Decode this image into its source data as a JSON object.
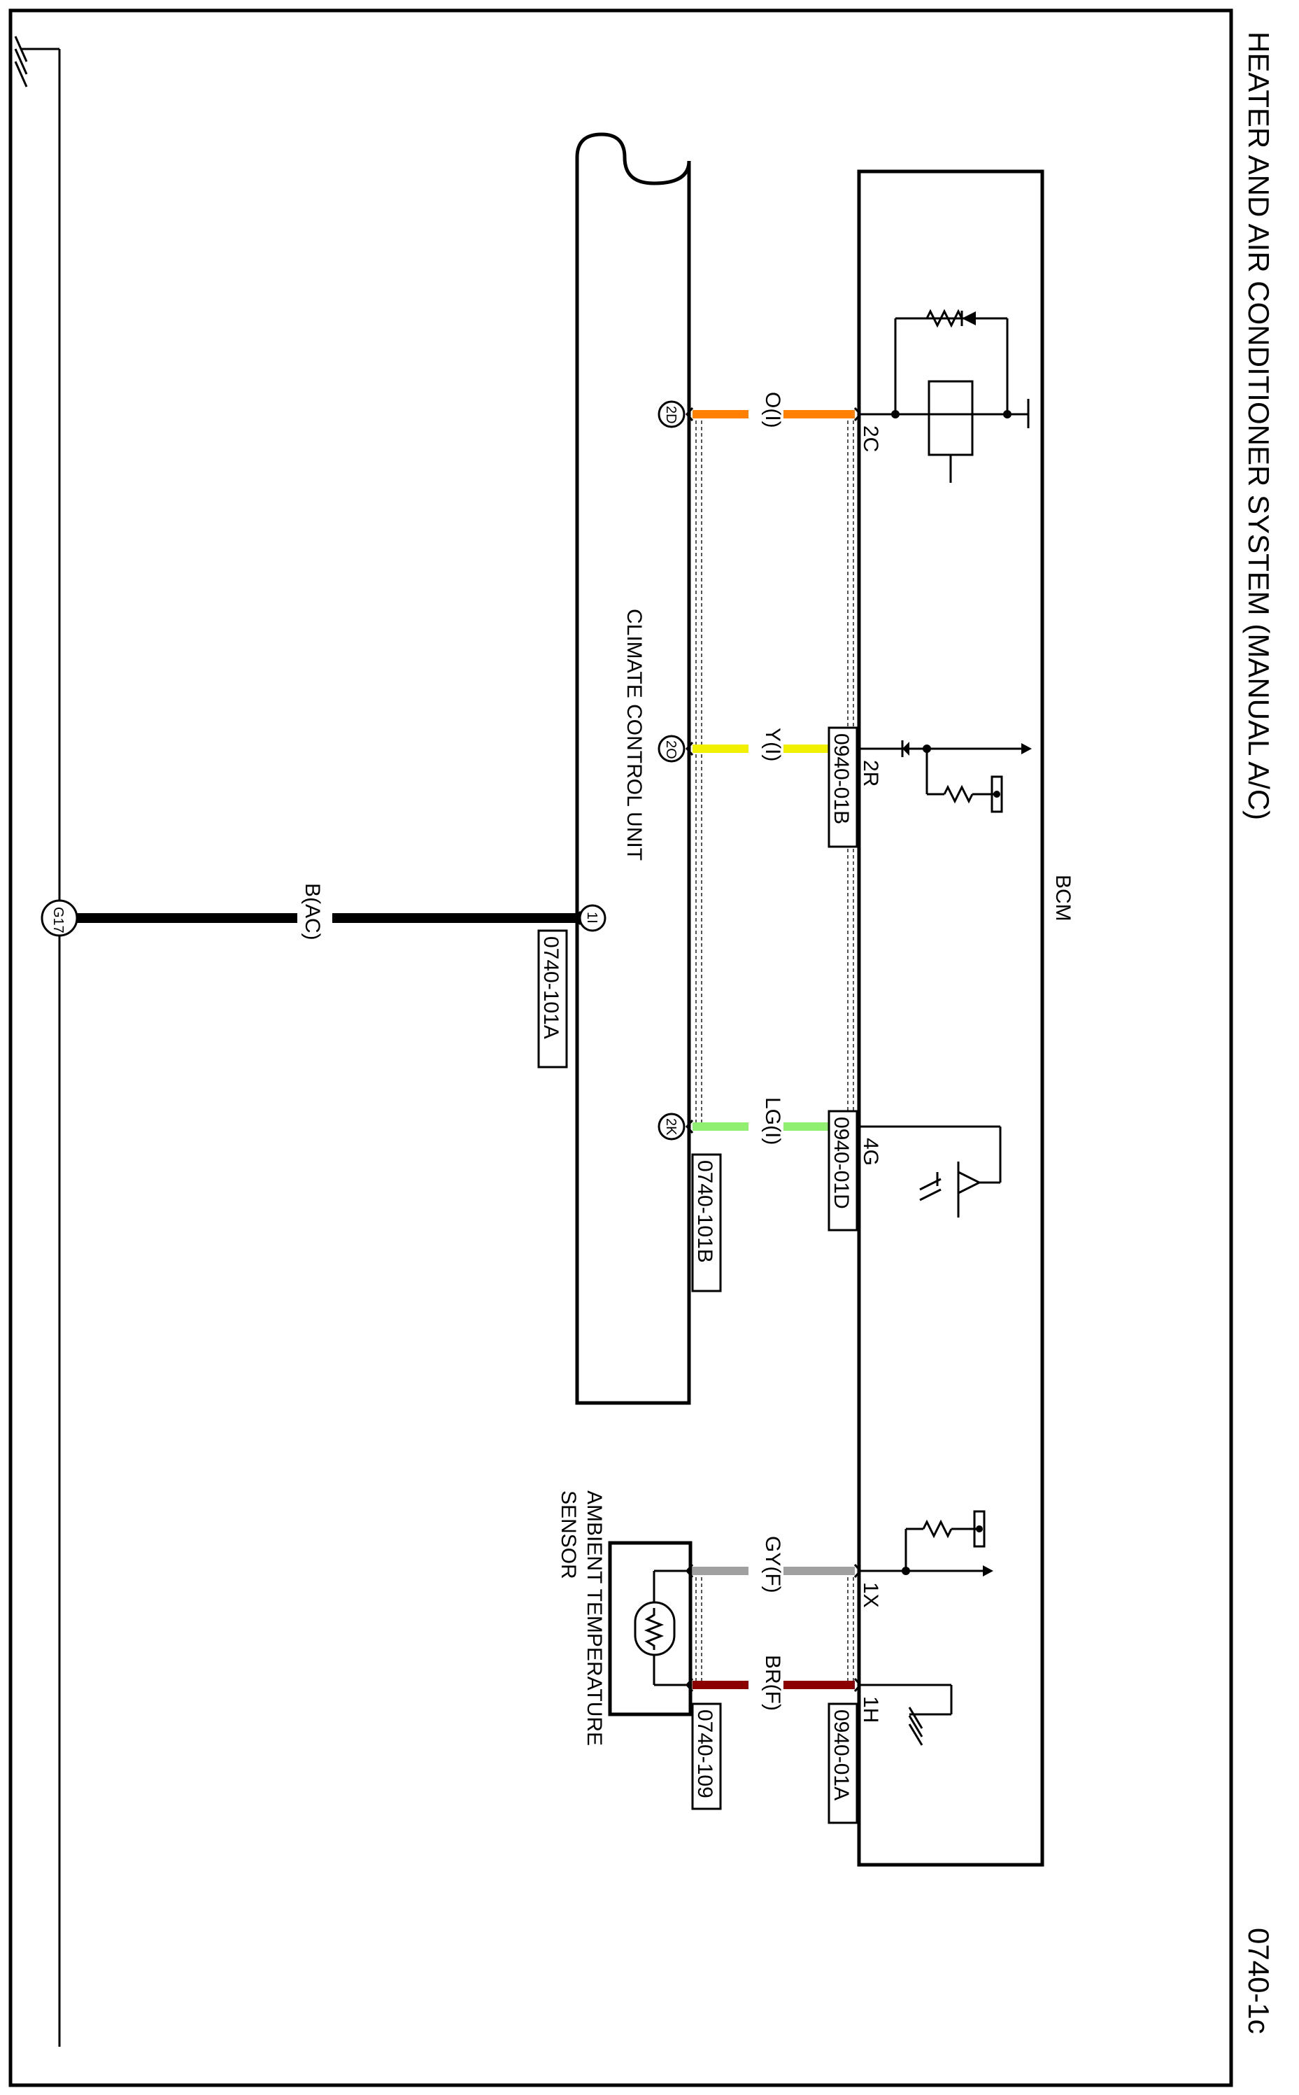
{
  "page": {
    "title": "HEATER AND AIR CONDITIONER SYSTEM (MANUAL A/C)",
    "page_code": "0740-1c"
  },
  "components": {
    "bcm": {
      "label": "BCM"
    },
    "climate_control_unit": {
      "label": "CLIMATE CONTROL UNIT"
    },
    "ambient_sensor": {
      "label_line1": "AMBIENT TEMPERATURE",
      "label_line2": "SENSOR"
    }
  },
  "ground": {
    "label": "G17"
  },
  "wires": [
    {
      "id": "o",
      "color_label": "O(I)",
      "color": "#ff8000",
      "bcm_pin": "2C",
      "ccu_pin": "2D"
    },
    {
      "id": "y",
      "color_label": "Y(I)",
      "color": "#f0f000",
      "bcm_pin": "2R",
      "ccu_pin": "2O"
    },
    {
      "id": "b",
      "color_label": "B(AC)",
      "color": "#000000",
      "ccu_pin": "1I"
    },
    {
      "id": "lg",
      "color_label": "LG(I)",
      "color": "#90ee70",
      "bcm_pin": "4G",
      "ccu_pin": "2K"
    },
    {
      "id": "gy",
      "color_label": "GY(F)",
      "color": "#a0a0a0",
      "bcm_pin": "1X"
    },
    {
      "id": "br",
      "color_label": "BR(F)",
      "color": "#8b0000",
      "bcm_pin": "1H"
    }
  ],
  "connectors": {
    "bcm_b": "0940-01B",
    "bcm_d": "0940-01D",
    "bcm_a": "0940-01A",
    "ccu_a": "0740-101A",
    "ccu_b": "0740-101B",
    "sensor": "0740-109"
  }
}
